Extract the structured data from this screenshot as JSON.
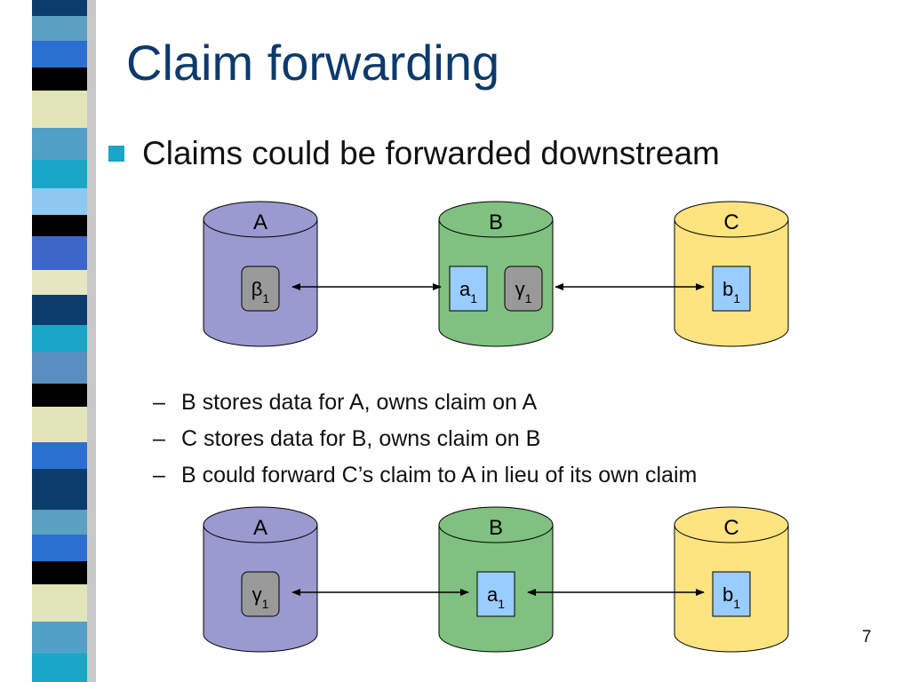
{
  "slide": {
    "title": "Claim forwarding",
    "bullet": "Claims could be forwarded downstream",
    "sub_bullets": [
      "B stores data for A, owns claim on A",
      "C stores data for B, owns claim on B",
      "B could forward C’s claim to A in lieu of its own claim"
    ],
    "page_number": "7"
  },
  "colors": {
    "title": "#0d3a6b",
    "bullet_square": "#1aa6c8",
    "store_A": "#9a9ad0",
    "store_B": "#80c080",
    "store_C": "#fde480",
    "claim_gray": "#999999",
    "claim_blue": "#99ccff"
  },
  "diagrams": [
    {
      "stores": [
        {
          "label": "A",
          "color_key": "store_A",
          "claims": [
            {
              "sym": "β",
              "sub": "1",
              "style": "gray"
            }
          ]
        },
        {
          "label": "B",
          "color_key": "store_B",
          "claims": [
            {
              "sym": "a",
              "sub": "1",
              "style": "blue"
            },
            {
              "sym": "γ",
              "sub": "1",
              "style": "gray"
            }
          ]
        },
        {
          "label": "C",
          "color_key": "store_C",
          "claims": [
            {
              "sym": "b",
              "sub": "1",
              "style": "blue"
            }
          ]
        }
      ]
    },
    {
      "stores": [
        {
          "label": "A",
          "color_key": "store_A",
          "claims": [
            {
              "sym": "γ",
              "sub": "1",
              "style": "gray"
            }
          ]
        },
        {
          "label": "B",
          "color_key": "store_B",
          "claims": [
            {
              "sym": "a",
              "sub": "1",
              "style": "blue"
            }
          ]
        },
        {
          "label": "C",
          "color_key": "store_C",
          "claims": [
            {
              "sym": "b",
              "sub": "1",
              "style": "blue"
            }
          ]
        }
      ]
    }
  ]
}
